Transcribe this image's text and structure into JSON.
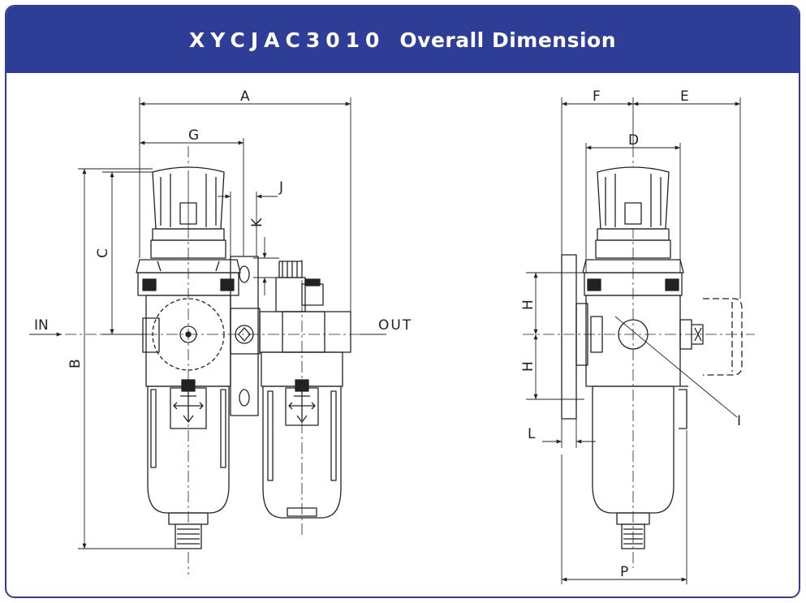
{
  "header": {
    "model": "XYCJAC3010",
    "title": "Overall Dimension",
    "bg_color": "#2e3d95",
    "text_color": "#ffffff"
  },
  "front_view": {
    "labels": {
      "A": "A",
      "G": "G",
      "J": "J",
      "K": "K",
      "C": "C",
      "B": "B",
      "in": "IN",
      "out": "OUT"
    }
  },
  "side_view": {
    "labels": {
      "F": "F",
      "E": "E",
      "D": "D",
      "H_top": "H",
      "H_bottom": "H",
      "L": "L",
      "I": "I",
      "P": "P"
    }
  },
  "colors": {
    "line": "#222222",
    "border": "#2e3d95"
  }
}
